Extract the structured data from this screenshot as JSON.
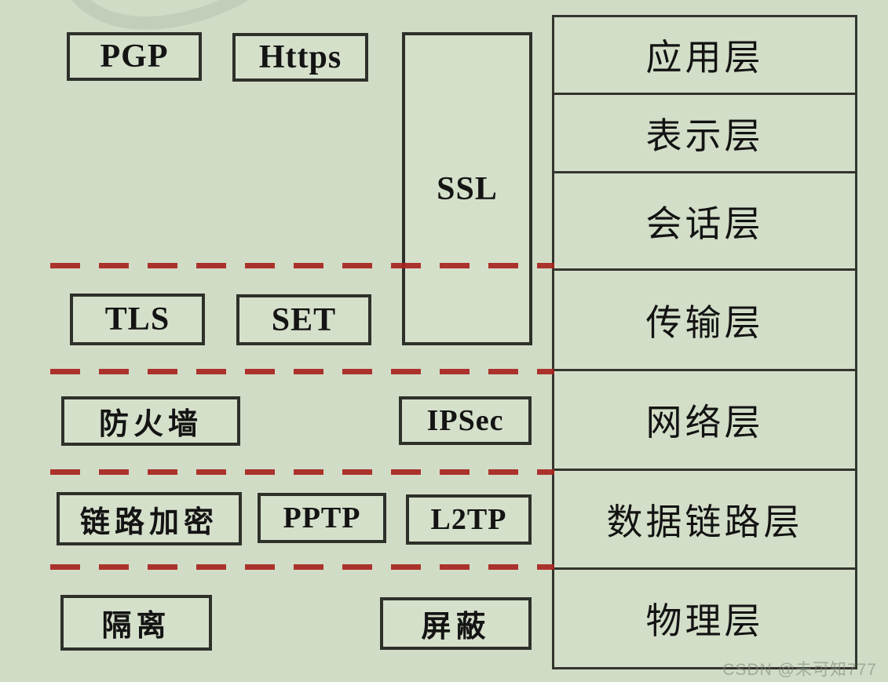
{
  "boxes": {
    "pgp": "PGP",
    "https": "Https",
    "ssl": "SSL",
    "tls": "TLS",
    "set": "SET",
    "firewall": "防火墙",
    "ipsec": "IPSec",
    "link_encryption": "链路加密",
    "pptp": "PPTP",
    "l2tp": "L2TP",
    "isolation": "隔离",
    "shielding": "屏蔽"
  },
  "layers": {
    "items": [
      {
        "label": "应用层"
      },
      {
        "label": "表示层"
      },
      {
        "label": "会话层"
      },
      {
        "label": "传输层"
      },
      {
        "label": "网络层"
      },
      {
        "label": "数据链路层"
      },
      {
        "label": "物理层"
      }
    ]
  },
  "watermark": {
    "credit": "CSDN @未可知777"
  },
  "colors": {
    "background": "#d1dcc6",
    "box_border": "#2e302a",
    "table_border": "#33352e",
    "text": "#141414",
    "dash_red": "#a8231f",
    "watermark_gray": "#808a80"
  }
}
